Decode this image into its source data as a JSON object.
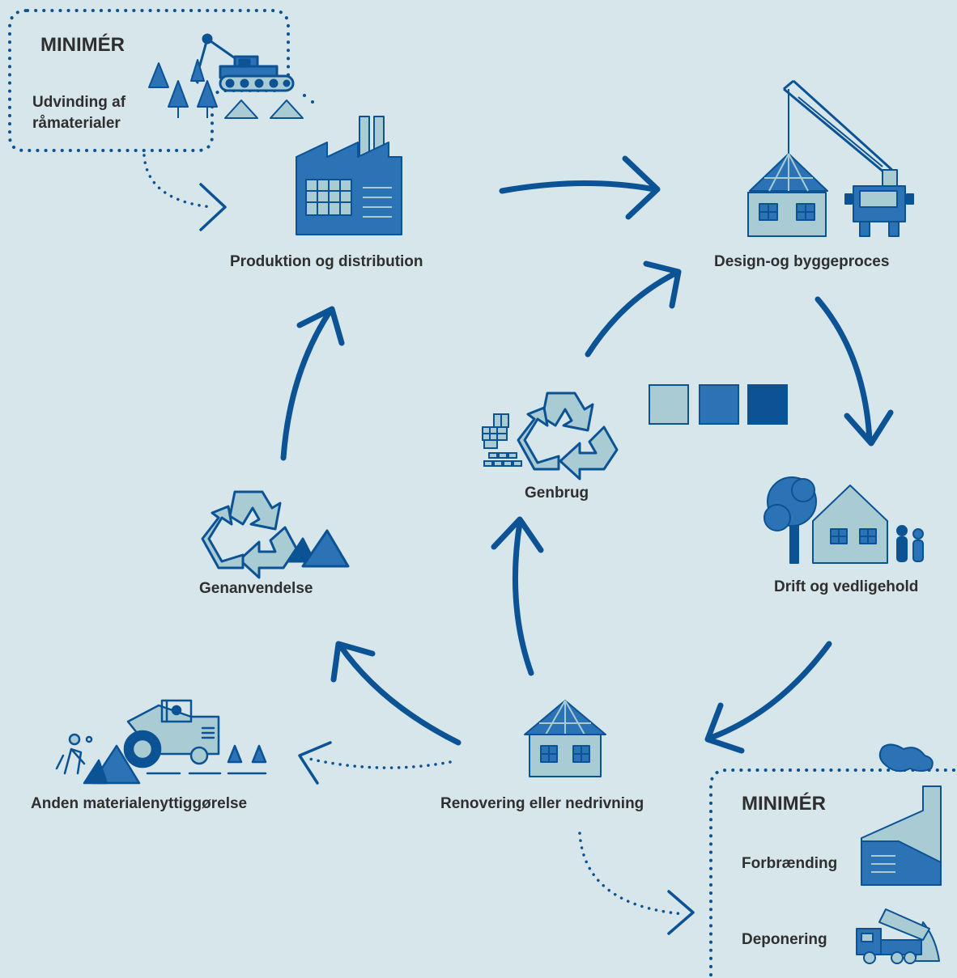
{
  "colors": {
    "background": "#d7e6ea",
    "dark_blue": "#0b5394",
    "mid_blue": "#2b73b5",
    "light_blue": "#a9cbd3",
    "outline": "#0b5394",
    "text": "#2f2f2f"
  },
  "labels": {
    "minimer_top": "MINIMÉR",
    "udvinding": "Udvinding af råmaterialer",
    "produktion": "Produktion og distribution",
    "design": "Design-og byggeproces",
    "drift": "Drift og vedligehold",
    "renovering": "Renovering eller nedrivning",
    "genbrug": "Genbrug",
    "genanvendelse": "Genanvendelse",
    "anden": "Anden materialenyttiggørelse",
    "minimer_bottom": "MINIMÉR",
    "forbraending": "Forbrænding",
    "deponering": "Deponering"
  },
  "icons": [
    "excavator-icon",
    "trees-icon",
    "factory-icon",
    "crane-house-icon",
    "house-tree-people-icon",
    "recycle-icon",
    "bricks-icon",
    "recycle-piles-icon",
    "steamroller-icon",
    "house-icon",
    "incinerator-icon",
    "dump-truck-icon"
  ],
  "legend_swatches": [
    "#a9cbd3",
    "#2b73b5",
    "#0b5394"
  ]
}
